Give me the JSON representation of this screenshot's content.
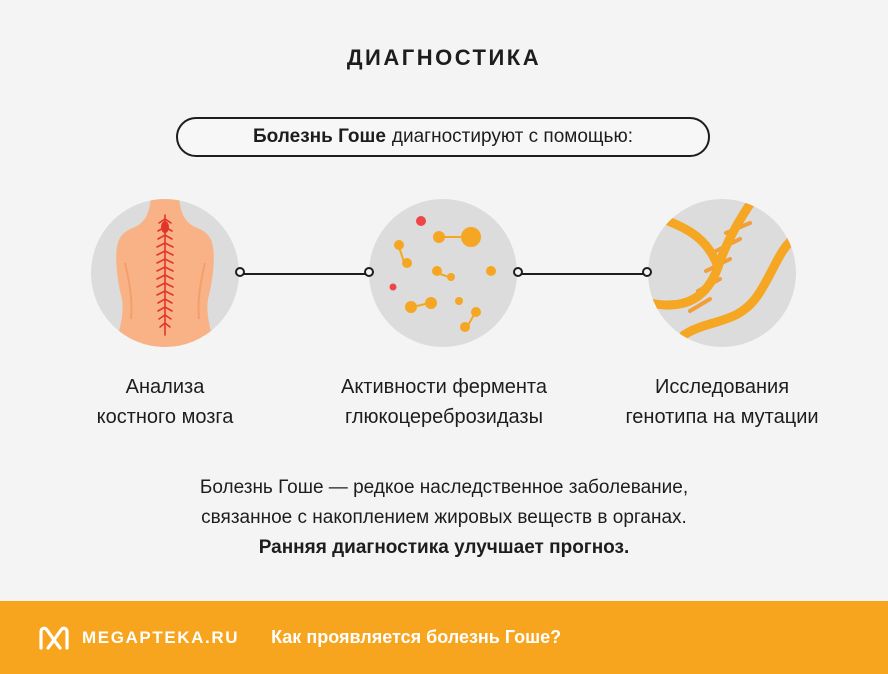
{
  "title": "ДИАГНОСТИКА",
  "intro": {
    "bold": "Болезнь Гоше",
    "rest": "диагностируют с помощью:"
  },
  "methods": [
    {
      "icon": "spine-back-icon",
      "line1": "Анализа",
      "line2": "костного мозга"
    },
    {
      "icon": "enzyme-molecules-icon",
      "line1": "Активности фермента",
      "line2": "глюкоцереброзидазы"
    },
    {
      "icon": "dna-helix-icon",
      "line1": "Исследования",
      "line2": "генотипа на мутации"
    }
  ],
  "description": {
    "line1": "Болезнь Гоше — редкое наследственное заболевание,",
    "line2": "связанное с накоплением жировых веществ в органах.",
    "line3": "Ранняя диагностика улучшает прогноз."
  },
  "footer": {
    "brand": "MEGAPTEKA.RU",
    "link": "Как проявляется болезнь Гоше?"
  },
  "colors": {
    "accent": "#f7a51e",
    "skin": "#f9b285",
    "spine": "#e2352a",
    "molecule": "#f5a623",
    "molecule_red": "#ee4549",
    "circle_bg": "#dcdcdc",
    "text": "#1d1d1d"
  }
}
